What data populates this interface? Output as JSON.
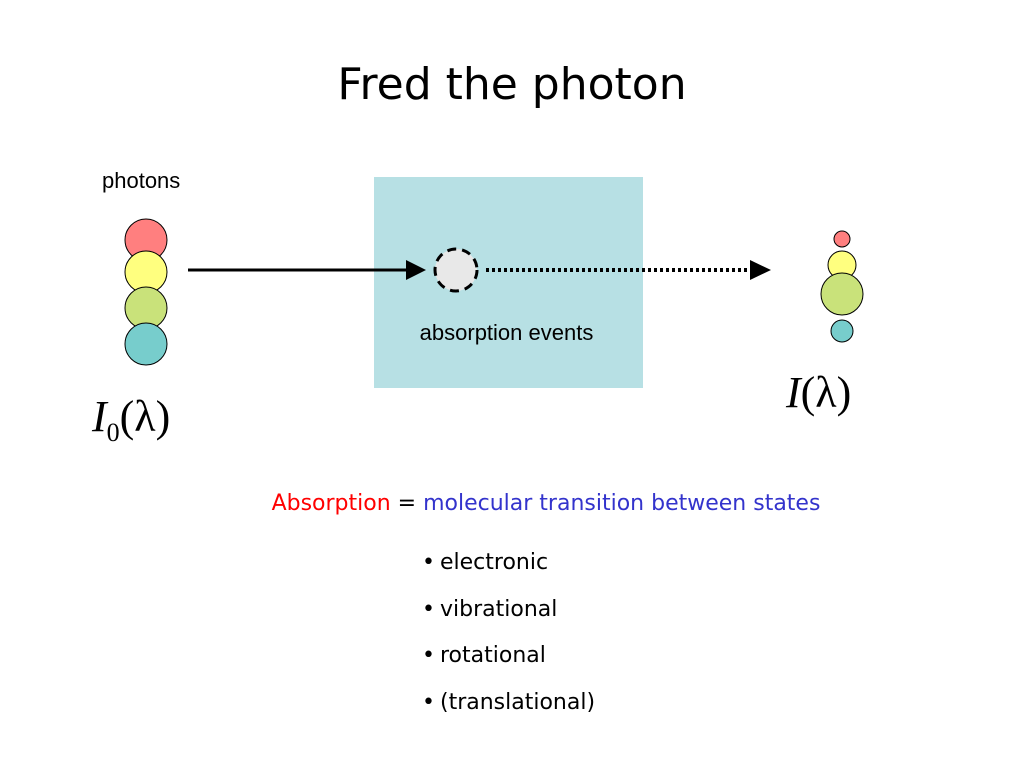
{
  "slide": {
    "title": "Fred the photon"
  },
  "diagram": {
    "photons_label": "photons",
    "absorption_label": "absorption events",
    "incident_intensity": {
      "symbol": "I",
      "subscript": "0",
      "argument": "(λ)"
    },
    "transmitted_intensity": {
      "symbol": "I",
      "argument": "(λ)"
    },
    "colors": {
      "red_photon": "#ff7f7f",
      "yellow_photon": "#ffff7f",
      "green_photon": "#c9e27a",
      "cyan_photon": "#77cdcc",
      "absorption_box": "#b7e0e4",
      "absorbed_photon": "#e8e8e8"
    }
  },
  "definition": {
    "term": "Absorption",
    "equals": "=",
    "meaning": "molecular transition between states",
    "term_color": "#ff0000",
    "meaning_color": "#3333cc"
  },
  "states": {
    "bullet": "•",
    "items": [
      "electronic",
      "vibrational",
      "rotational",
      "(translational)"
    ]
  }
}
